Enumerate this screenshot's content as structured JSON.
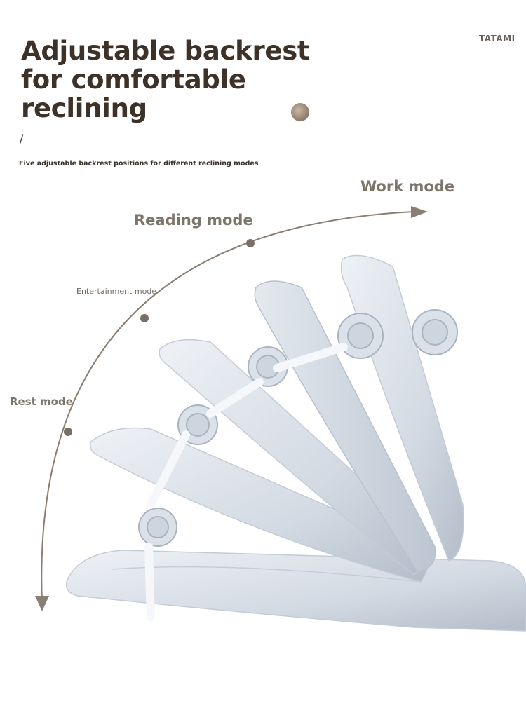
{
  "header": {
    "title": "Adjustable backrest for comfortable reclining",
    "brand": "TATAMI",
    "separator": "/",
    "subtitle": "Five adjustable backrest positions for different reclining modes"
  },
  "modes": {
    "work": "Work mode",
    "reading": "Reading mode",
    "entertainment": "Entertainment mode",
    "rest": "Rest mode"
  },
  "colors": {
    "title": "#3d3128",
    "label": "#7d746a",
    "arc": "#8a7f74",
    "cushion": "#d7dde5",
    "cushion_shadow": "#aeb8c4"
  }
}
